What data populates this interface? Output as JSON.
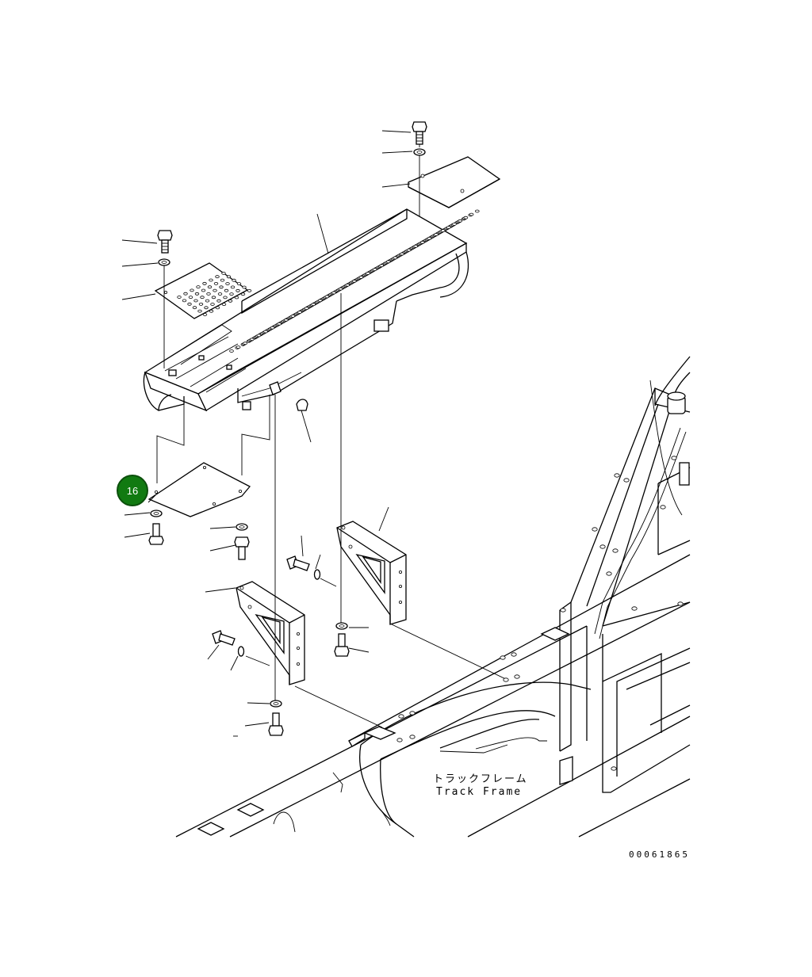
{
  "diagram": {
    "callout_number": "16",
    "component_label_jp": "トラックフレーム",
    "component_label_en": "Track Frame",
    "drawing_code": "00061865",
    "callout_color": "#117a11"
  }
}
